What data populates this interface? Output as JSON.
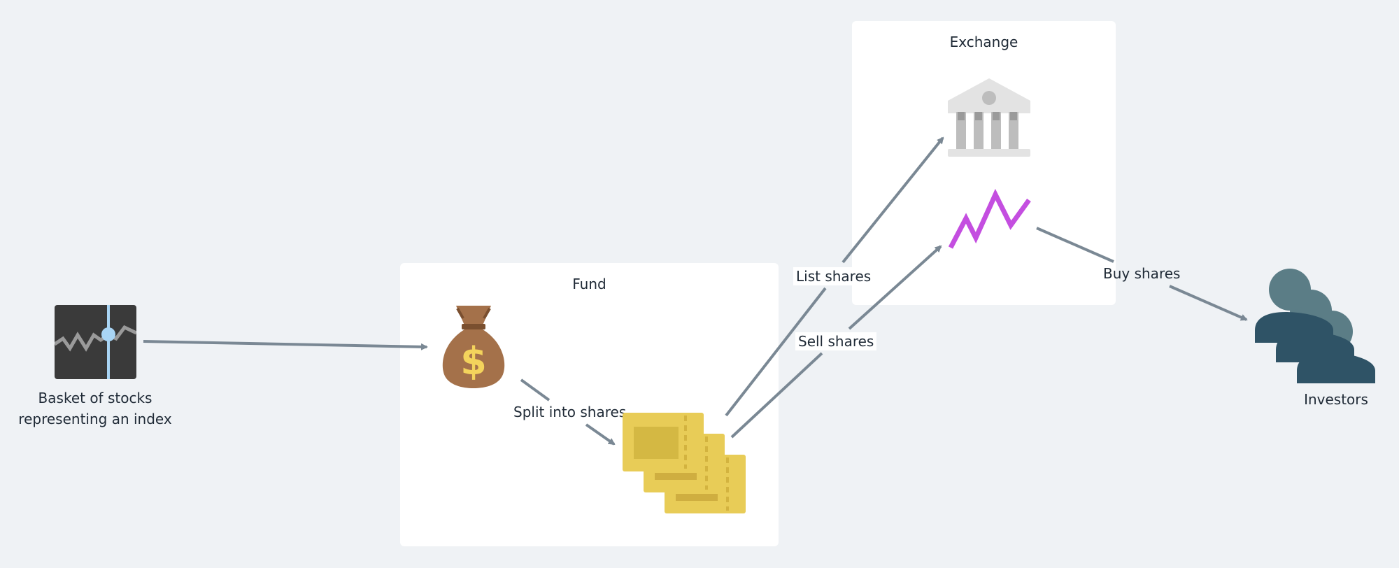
{
  "groups": {
    "fund": {
      "title": "Fund"
    },
    "exchange": {
      "title": "Exchange"
    }
  },
  "nodes": {
    "index": {
      "label_line1": "Basket of stocks",
      "label_line2": "representing an index",
      "icon": "stock-chart-icon"
    },
    "money": {
      "icon": "money-bag-icon"
    },
    "shares": {
      "icon": "share-tickets-icon"
    },
    "bank": {
      "icon": "bank-building-icon"
    },
    "ticker": {
      "icon": "price-ticker-icon"
    },
    "investors": {
      "label": "Investors",
      "icon": "people-group-icon"
    }
  },
  "edges": {
    "split": "Split into shares",
    "list": "List shares",
    "sell": "Sell shares",
    "buy": "Buy shares"
  },
  "colors": {
    "background": "#eff2f5",
    "edge": "#7a8894",
    "ticker": "#c44ee0",
    "coin": "#e8cc57",
    "bag": "#a4714a",
    "people": "#2f5366"
  }
}
